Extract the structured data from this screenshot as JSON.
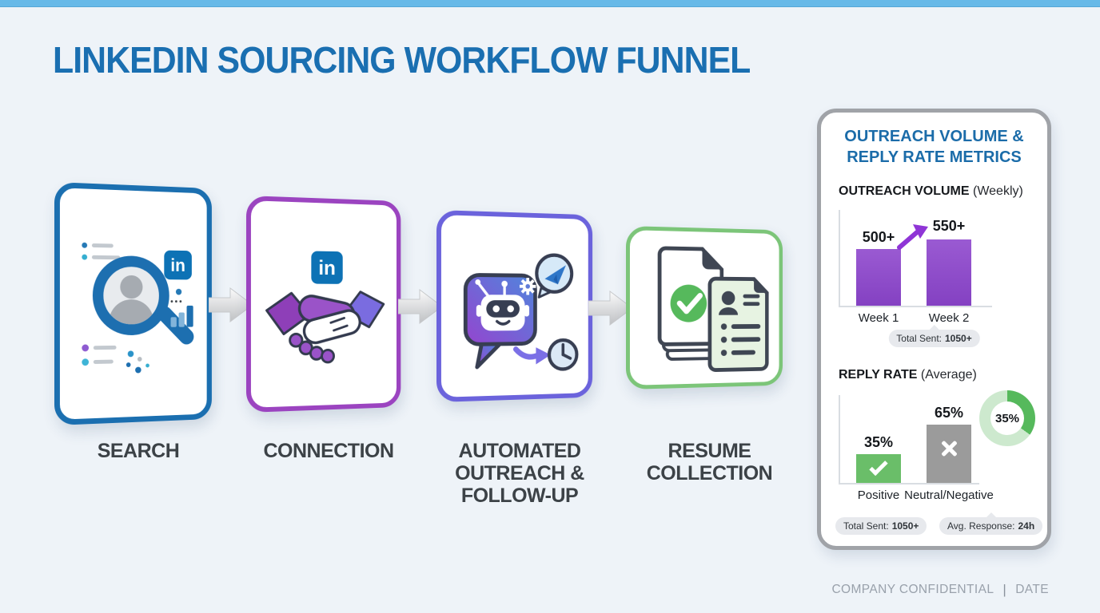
{
  "page": {
    "title": "LINKEDIN SOURCING WORKFLOW FUNNEL"
  },
  "icons": {
    "linkedin_badge": "in"
  },
  "stages": [
    {
      "label": "SEARCH",
      "icon": "profile-search-icon",
      "border_color": "#1b6fb0"
    },
    {
      "label": "CONNECTION",
      "icon": "handshake-icon",
      "border_color": "#9b44c0"
    },
    {
      "label": "AUTOMATED OUTREACH & FOLLOW-UP",
      "icon": "chatbot-icon",
      "border_color": "#6b63dc"
    },
    {
      "label": "RESUME COLLECTION",
      "icon": "documents-icon",
      "border_color": "#7cc579"
    }
  ],
  "metrics_panel": {
    "title": "OUTREACH VOLUME & REPLY RATE METRICS",
    "outreach": {
      "heading_bold": "OUTREACH VOLUME",
      "heading_note": "(Weekly)",
      "bars": [
        {
          "label": "Week 1",
          "value": "500+"
        },
        {
          "label": "Week 2",
          "value": "550+"
        }
      ],
      "total_badge": {
        "label": "Total Sent:",
        "value": "1050+"
      }
    },
    "reply": {
      "heading_bold": "REPLY RATE",
      "heading_note": "(Average)",
      "bars": [
        {
          "label": "Positive",
          "value": "35%"
        },
        {
          "label": "Neutral/Negative",
          "value": "65%"
        }
      ],
      "donut_value": "35%",
      "badges": [
        {
          "label": "Total Sent:",
          "value": "1050+"
        },
        {
          "label": "Avg. Response:",
          "value": "24h"
        }
      ]
    }
  },
  "footer": {
    "confidential": "COMPANY CONFIDENTIAL",
    "separator": "|",
    "date": "DATE"
  },
  "colors": {
    "accent_blue": "#1b6fb0",
    "accent_purple": "#9b44c0",
    "accent_indigo": "#6b63dc",
    "accent_green": "#7cc579",
    "bar_purple": "#8b49c8",
    "bar_green": "#6abe69",
    "bar_gray": "#9b9b9b",
    "donut_green": "#56b95c",
    "donut_light_green": "#cde9ce",
    "top_strip": "#67b9e8"
  },
  "chart_data": [
    {
      "type": "bar",
      "title": "OUTREACH VOLUME (Weekly)",
      "categories": [
        "Week 1",
        "Week 2"
      ],
      "values": [
        500,
        550
      ],
      "value_labels": [
        "500+",
        "550+"
      ],
      "bar_color": "#8b49c8",
      "annotations": [
        "Total Sent: 1050+"
      ],
      "grid": false,
      "trend": "up"
    },
    {
      "type": "bar",
      "title": "REPLY RATE (Average)",
      "categories": [
        "Positive",
        "Neutral/Negative"
      ],
      "values": [
        35,
        65
      ],
      "value_labels": [
        "35%",
        "65%"
      ],
      "bar_colors": [
        "#6abe69",
        "#9b9b9b"
      ],
      "annotations": [
        "Total Sent: 1050+",
        "Avg. Response: 24h"
      ],
      "grid": false
    },
    {
      "type": "pie",
      "title": "Positive reply share donut",
      "labels": [
        "Positive",
        "Remainder"
      ],
      "values": [
        35,
        65
      ],
      "colors": [
        "#56b95c",
        "#cde9ce"
      ],
      "center_label": "35%"
    }
  ]
}
